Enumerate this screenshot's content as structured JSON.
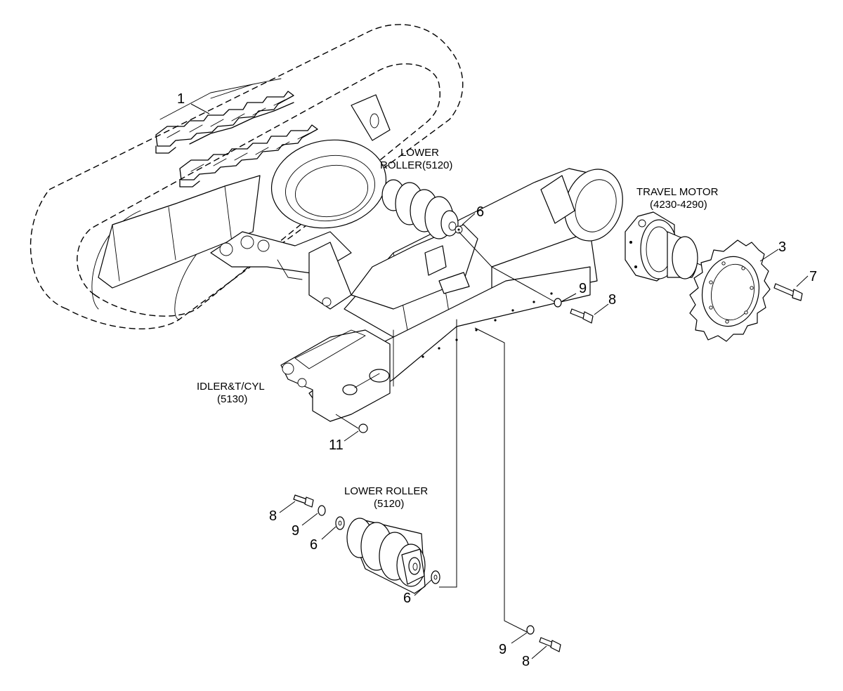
{
  "callouts": {
    "track_shoe": "1",
    "sprocket": "3",
    "washer_upper": "6",
    "bolt_sprocket": "7",
    "washer_upper_9": "9",
    "bolt_upper_8": "8",
    "plug": "11",
    "bolt_left_8": "8",
    "washer_left_9": "9",
    "washer_left_6": "6",
    "washer_right_6": "6",
    "washer_lower_9": "9",
    "bolt_lower_8": "8"
  },
  "labels": {
    "lower_roller_top_1": "LOWER",
    "lower_roller_top_2": "ROLLER(5120)",
    "travel_motor_1": "TRAVEL MOTOR",
    "travel_motor_2": "(4230-4290)",
    "idler_1": "IDLER&T/CYL",
    "idler_2": "(5130)",
    "lower_roller_bottom_1": "LOWER ROLLER",
    "lower_roller_bottom_2": "(5120)"
  }
}
